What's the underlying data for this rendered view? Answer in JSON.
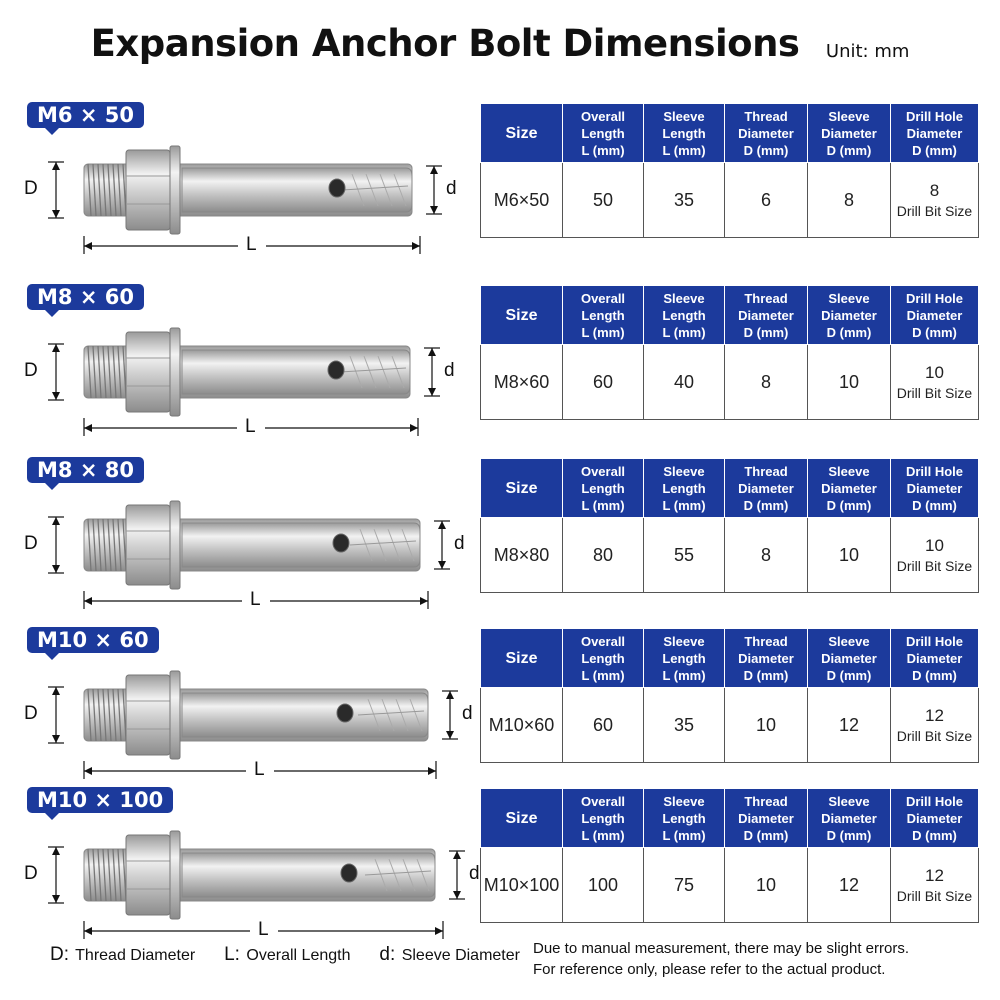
{
  "title": "Expansion Anchor Bolt Dimensions",
  "unit": "Unit: mm",
  "headers": {
    "size": "Size",
    "overall": [
      "Overall",
      "Length",
      "L (mm)"
    ],
    "sleeve_len": [
      "Sleeve",
      "Length",
      "L (mm)"
    ],
    "thread": [
      "Thread",
      "Diameter",
      "D (mm)"
    ],
    "sleeve_dia": [
      "Sleeve",
      "Diameter",
      "D (mm)"
    ],
    "drill": [
      "Drill Hole",
      "Diameter",
      "D (mm)"
    ]
  },
  "diagram_labels": {
    "D": "D",
    "L": "L",
    "d": "d"
  },
  "drill_bit_label": "Drill Bit Size",
  "rows": [
    {
      "badge": "M6 × 50",
      "size": "M6×50",
      "overall": "50",
      "sleeve_len": "35",
      "thread": "6",
      "sleeve_dia": "8",
      "drill": "8"
    },
    {
      "badge": "M8 × 60",
      "size": "M8×60",
      "overall": "60",
      "sleeve_len": "40",
      "thread": "8",
      "sleeve_dia": "10",
      "drill": "10"
    },
    {
      "badge": "M8 × 80",
      "size": "M8×80",
      "overall": "80",
      "sleeve_len": "55",
      "thread": "8",
      "sleeve_dia": "10",
      "drill": "10"
    },
    {
      "badge": "M10 × 60",
      "size": "M10×60",
      "overall": "60",
      "sleeve_len": "35",
      "thread": "10",
      "sleeve_dia": "12",
      "drill": "12"
    },
    {
      "badge": "M10 × 100",
      "size": "M10×100",
      "overall": "100",
      "sleeve_len": "75",
      "thread": "10",
      "sleeve_dia": "12",
      "drill": "12"
    }
  ],
  "legend": {
    "D_key": "D:",
    "D_text": "Thread Diameter",
    "L_key": "L:",
    "L_text": "Overall Length",
    "d_key": "d:",
    "d_text": "Sleeve Diameter"
  },
  "note": {
    "line1": "Due to manual measurement, there may be slight errors.",
    "line2": "For reference only, please refer to the actual product."
  },
  "colors": {
    "header_blue": "#1c3a9c",
    "steel": "#c9c9c9"
  }
}
